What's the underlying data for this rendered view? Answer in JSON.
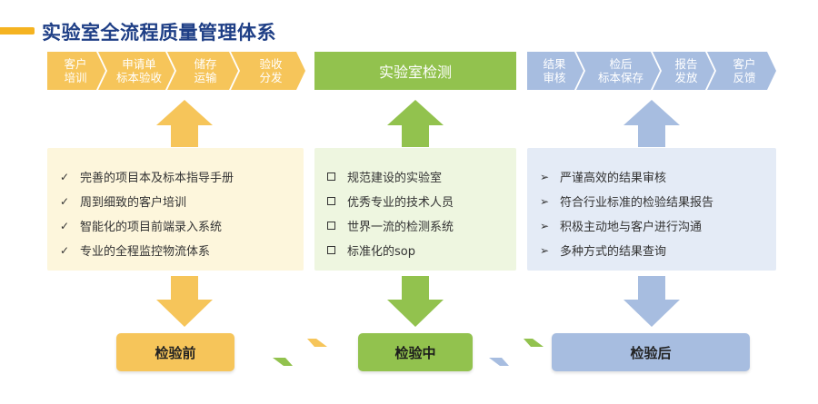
{
  "title": "实验室全流程质量管理体系",
  "left_steps": [
    "客户\n培训",
    "申请单\n标本验收",
    "储存\n运输",
    "验收\n分发"
  ],
  "center_header": "实验室检测",
  "right_steps": [
    "结果\n审核",
    "检后\n标本保存",
    "报告\n发放",
    "客户\n反馈"
  ],
  "panels": {
    "left": {
      "marker": "✓",
      "items": [
        "完善的项目本及标本指导手册",
        "周到细致的客户培训",
        "智能化的项目前端录入系统",
        "专业的全程监控物流体系"
      ]
    },
    "center": {
      "items": [
        "规范建设的实验室",
        "优秀专业的技术人员",
        "世界一流的检测系统",
        "标准化的sop"
      ]
    },
    "right": {
      "marker": "➢",
      "items": [
        "严谨高效的结果审核",
        "符合行业标准的检验结果报告",
        "积极主动地与客户进行沟通",
        "多种方式的结果查询"
      ]
    }
  },
  "stages": [
    "检验前",
    "检验中",
    "检验后"
  ],
  "colors": {
    "yellow": "#f6c55a",
    "green": "#92c24e",
    "blue": "#a7bde0",
    "title": "#1f3f86"
  }
}
